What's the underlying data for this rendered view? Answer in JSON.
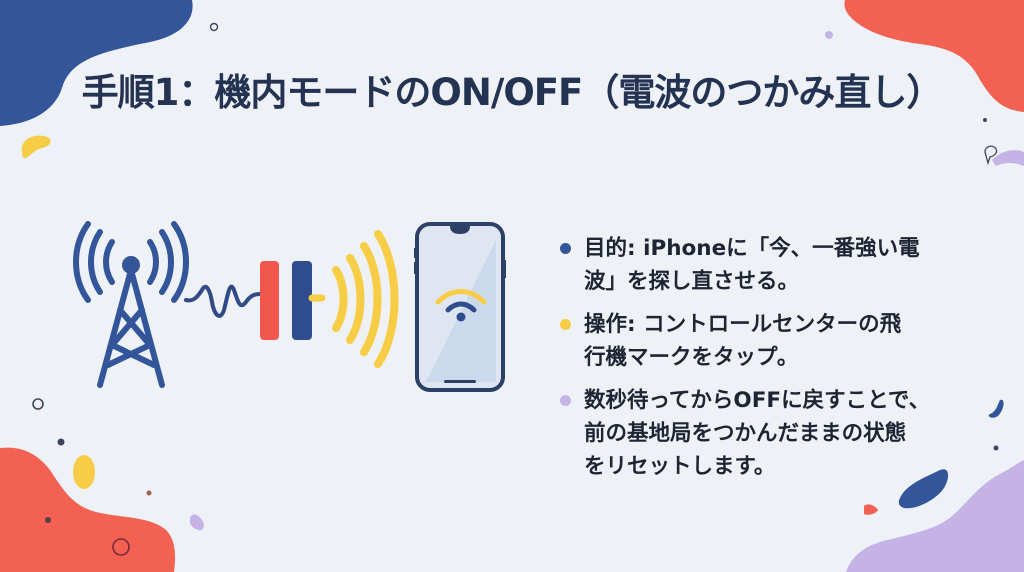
{
  "slide": {
    "title": "手順1：機内モードのON/OFF（電波のつかみ直し）",
    "colors": {
      "background": "#eef1f6",
      "navy": "#33559a",
      "coral": "#f0574d",
      "yellow": "#f7cd45",
      "lavender": "#c5b3e6",
      "text": "#1f2433"
    },
    "illustration": {
      "icons": [
        "cell-tower-icon",
        "signal-wave-icon",
        "airplane-toggle-icon",
        "radio-waves-icon",
        "smartphone-icon",
        "wifi-icon"
      ]
    },
    "bullets": [
      {
        "color": "#33559a",
        "lines": [
          "目的: iPhoneに「今、一番強い電",
          "波」を探し直させる。"
        ]
      },
      {
        "color": "#f7cd45",
        "lines": [
          "操作: コントロールセンターの飛",
          "行機マークをタップ。"
        ]
      },
      {
        "color": "#c5b3e6",
        "lines": [
          "数秒待ってからOFFに戻すことで、",
          "前の基地局をつかんだままの状態",
          "をリセットします。"
        ]
      }
    ]
  }
}
